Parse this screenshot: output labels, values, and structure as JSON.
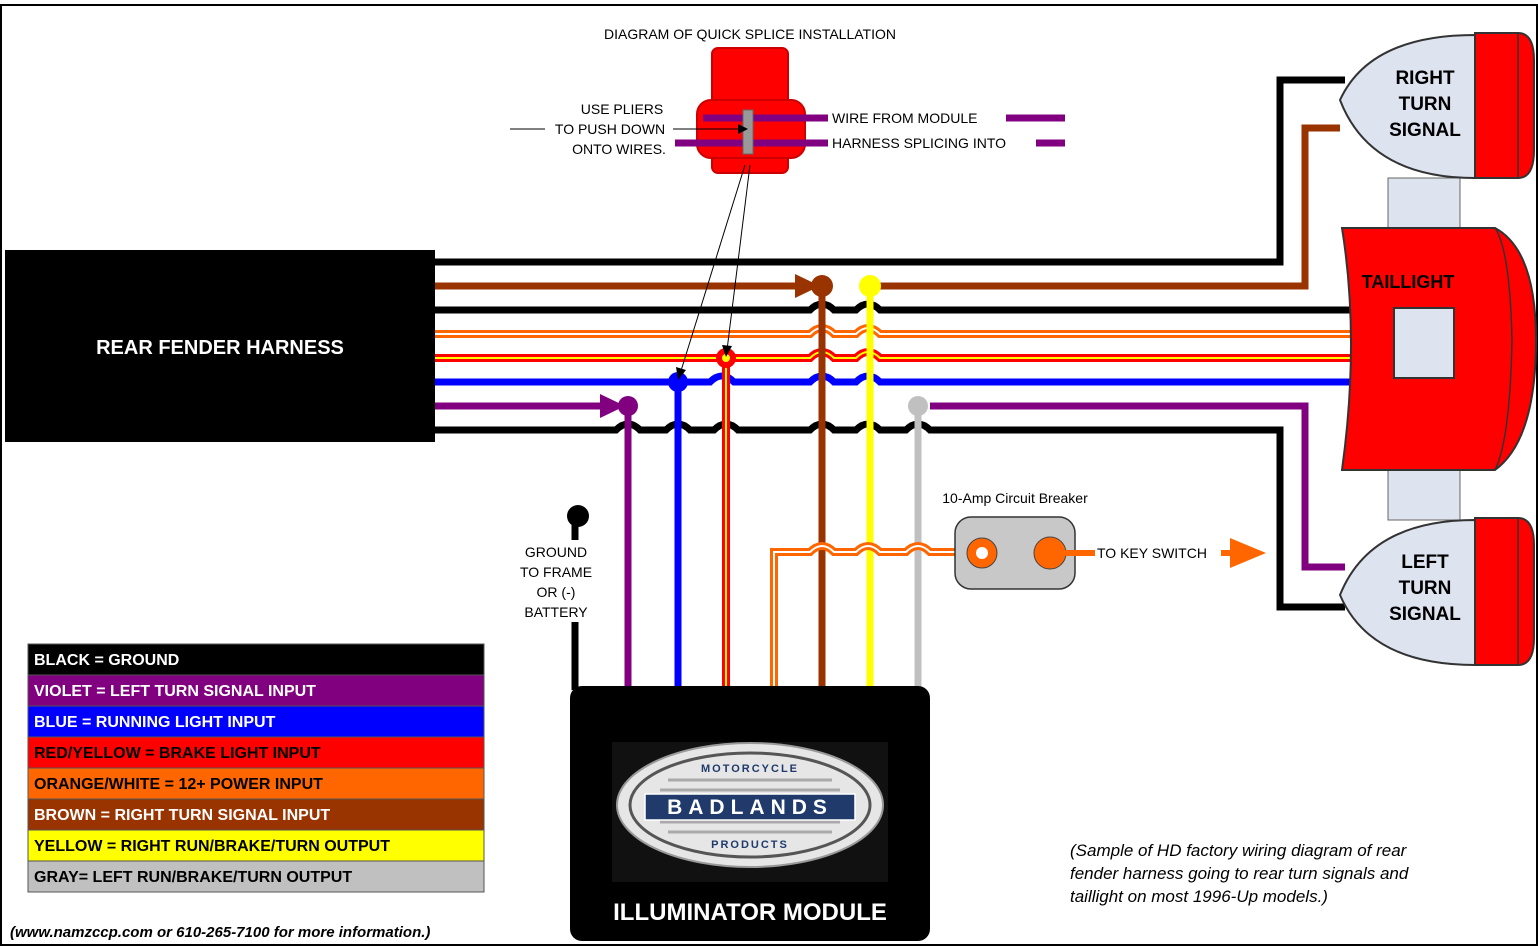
{
  "splice_diagram": {
    "title": "DIAGRAM OF QUICK SPLICE INSTALLATION",
    "pliers_note": [
      "USE PLIERS",
      "TO PUSH DOWN",
      "ONTO WIRES."
    ],
    "wire_from_module": "WIRE FROM MODULE",
    "harness_splicing": "HARNESS SPLICING INTO"
  },
  "harness": {
    "label": "REAR FENDER HARNESS"
  },
  "lights": {
    "right_turn": [
      "RIGHT",
      "TURN",
      "SIGNAL"
    ],
    "taillight": "TAILLIGHT",
    "left_turn": [
      "LEFT",
      "TURN",
      "SIGNAL"
    ]
  },
  "ground_note": [
    "GROUND",
    "TO FRAME",
    "OR (-)",
    "BATTERY"
  ],
  "breaker": {
    "label": "10-Amp Circuit Breaker",
    "key_switch": "TO KEY SWITCH"
  },
  "module": {
    "label": "ILLUMINATOR MODULE",
    "logo_text": "BADLANDS",
    "logo_top": "MOTORCYCLE",
    "logo_bottom": "PRODUCTS"
  },
  "legend": [
    {
      "text": "BLACK = GROUND",
      "bg": "#000000",
      "fg": "#ffffff"
    },
    {
      "text": "VIOLET = LEFT TURN SIGNAL INPUT",
      "bg": "#800080",
      "fg": "#ffffff"
    },
    {
      "text": "BLUE = RUNNING LIGHT INPUT",
      "bg": "#0000ff",
      "fg": "#ffffff"
    },
    {
      "text": "RED/YELLOW = BRAKE LIGHT INPUT",
      "bg": "#ff0000",
      "fg": "#000000"
    },
    {
      "text": "ORANGE/WHITE = 12+ POWER INPUT",
      "bg": "#ff6600",
      "fg": "#000000"
    },
    {
      "text": "BROWN = RIGHT TURN SIGNAL INPUT",
      "bg": "#993300",
      "fg": "#ffffff"
    },
    {
      "text": "YELLOW = RIGHT RUN/BRAKE/TURN OUTPUT",
      "bg": "#ffff00",
      "fg": "#000000"
    },
    {
      "text": "GRAY= LEFT RUN/BRAKE/TURN OUTPUT",
      "bg": "#c0c0c0",
      "fg": "#000000"
    }
  ],
  "footer_note": "(www.namzccp.com or 610-265-7100 for more information.)",
  "sample_note": [
    "(Sample of HD factory wiring diagram of rear",
    "fender harness going to rear turn signals and",
    "taillight on most 1996-Up models.)"
  ],
  "colors": {
    "black": "#000000",
    "brown": "#993300",
    "orange": "#ff6600",
    "red": "#ff0000",
    "blue": "#0000ff",
    "violet": "#800080",
    "yellow": "#ffff00",
    "gray": "#c0c0c0",
    "lens": "#dde3ef"
  }
}
